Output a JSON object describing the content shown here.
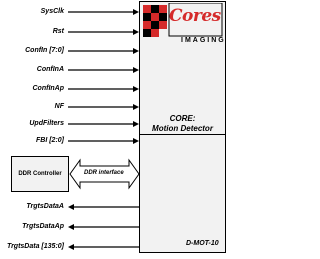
{
  "inputs": [
    {
      "label": "SysClk"
    },
    {
      "label": "Rst"
    },
    {
      "label": "ConfIn [7:0]"
    },
    {
      "label": "ConfInA"
    },
    {
      "label": "ConfInAp"
    },
    {
      "label": "NF"
    },
    {
      "label": "UpdFilters"
    },
    {
      "label": "FBI [2:0]"
    }
  ],
  "outputs": [
    {
      "label": "TrgtsDataA"
    },
    {
      "label": "TrgtsDataAp"
    },
    {
      "label": "TrgtsData [135:0]"
    }
  ],
  "core": {
    "title_line1": "CORE:",
    "title_line2": "Motion Detector",
    "code": "D-MOT-10"
  },
  "ddr": {
    "controller_label": "DDR Controller",
    "interface_label": "DDR interface"
  },
  "logo": {
    "brand_text": "Cores",
    "sub_text": "IMAGING",
    "accent_color": "#d52a2a"
  }
}
